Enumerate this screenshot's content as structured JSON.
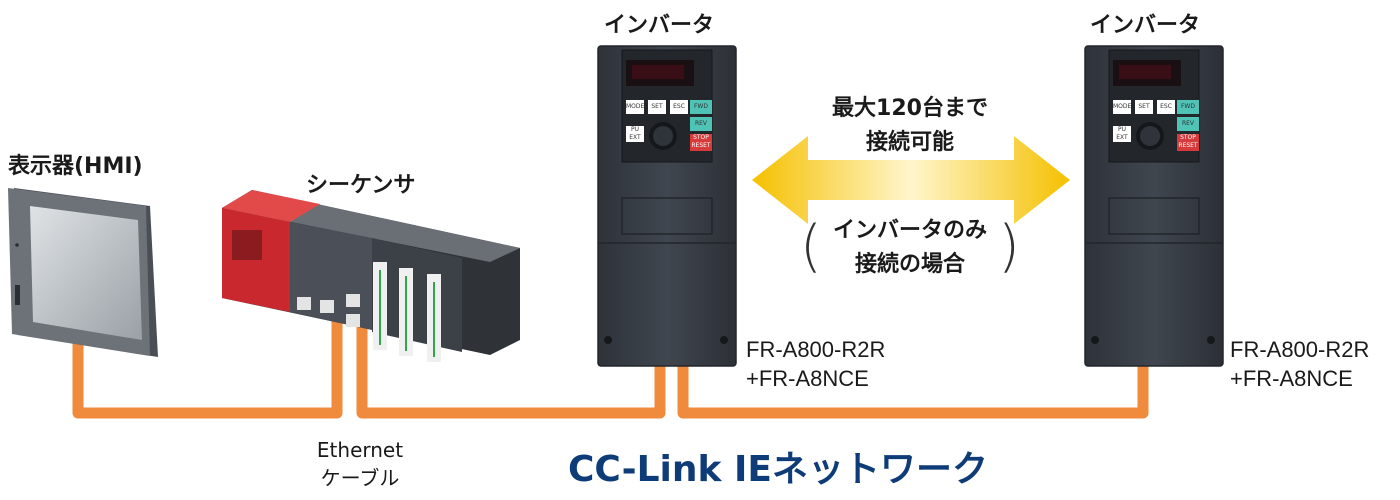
{
  "hmi": {
    "label": "表示器(HMI)"
  },
  "plc": {
    "label": "シーケンサ"
  },
  "inverters": [
    {
      "title": "インバータ",
      "model_line1": "FR-A800-R2R",
      "model_line2": "+FR-A8NCE"
    },
    {
      "title": "インバータ",
      "model_line1": "FR-A800-R2R",
      "model_line2": "+FR-A8NCE"
    }
  ],
  "inverter_panel": {
    "mode": "MODE",
    "set": "SET",
    "esc": "ESC",
    "pu": "PU\nEXT",
    "fwd": "FWD",
    "rev": "REV",
    "stop": "STOP\nRESET"
  },
  "connection": {
    "line1": "最大120台まで",
    "line2": "接続可能",
    "note_line1": "インバータのみ",
    "note_line2": "接続の場合",
    "paren_open": "(",
    "paren_close": ")"
  },
  "cable": {
    "line1": "Ethernet",
    "line2": "ケーブル"
  },
  "network": {
    "label": "CC-Link IEネットワーク"
  },
  "colors": {
    "cable": "#f08a3c",
    "network_text": "#0e3c78",
    "arrow_start": "#f6c400",
    "arrow_end": "#fff4c0",
    "device_body": "#3a3f47"
  }
}
